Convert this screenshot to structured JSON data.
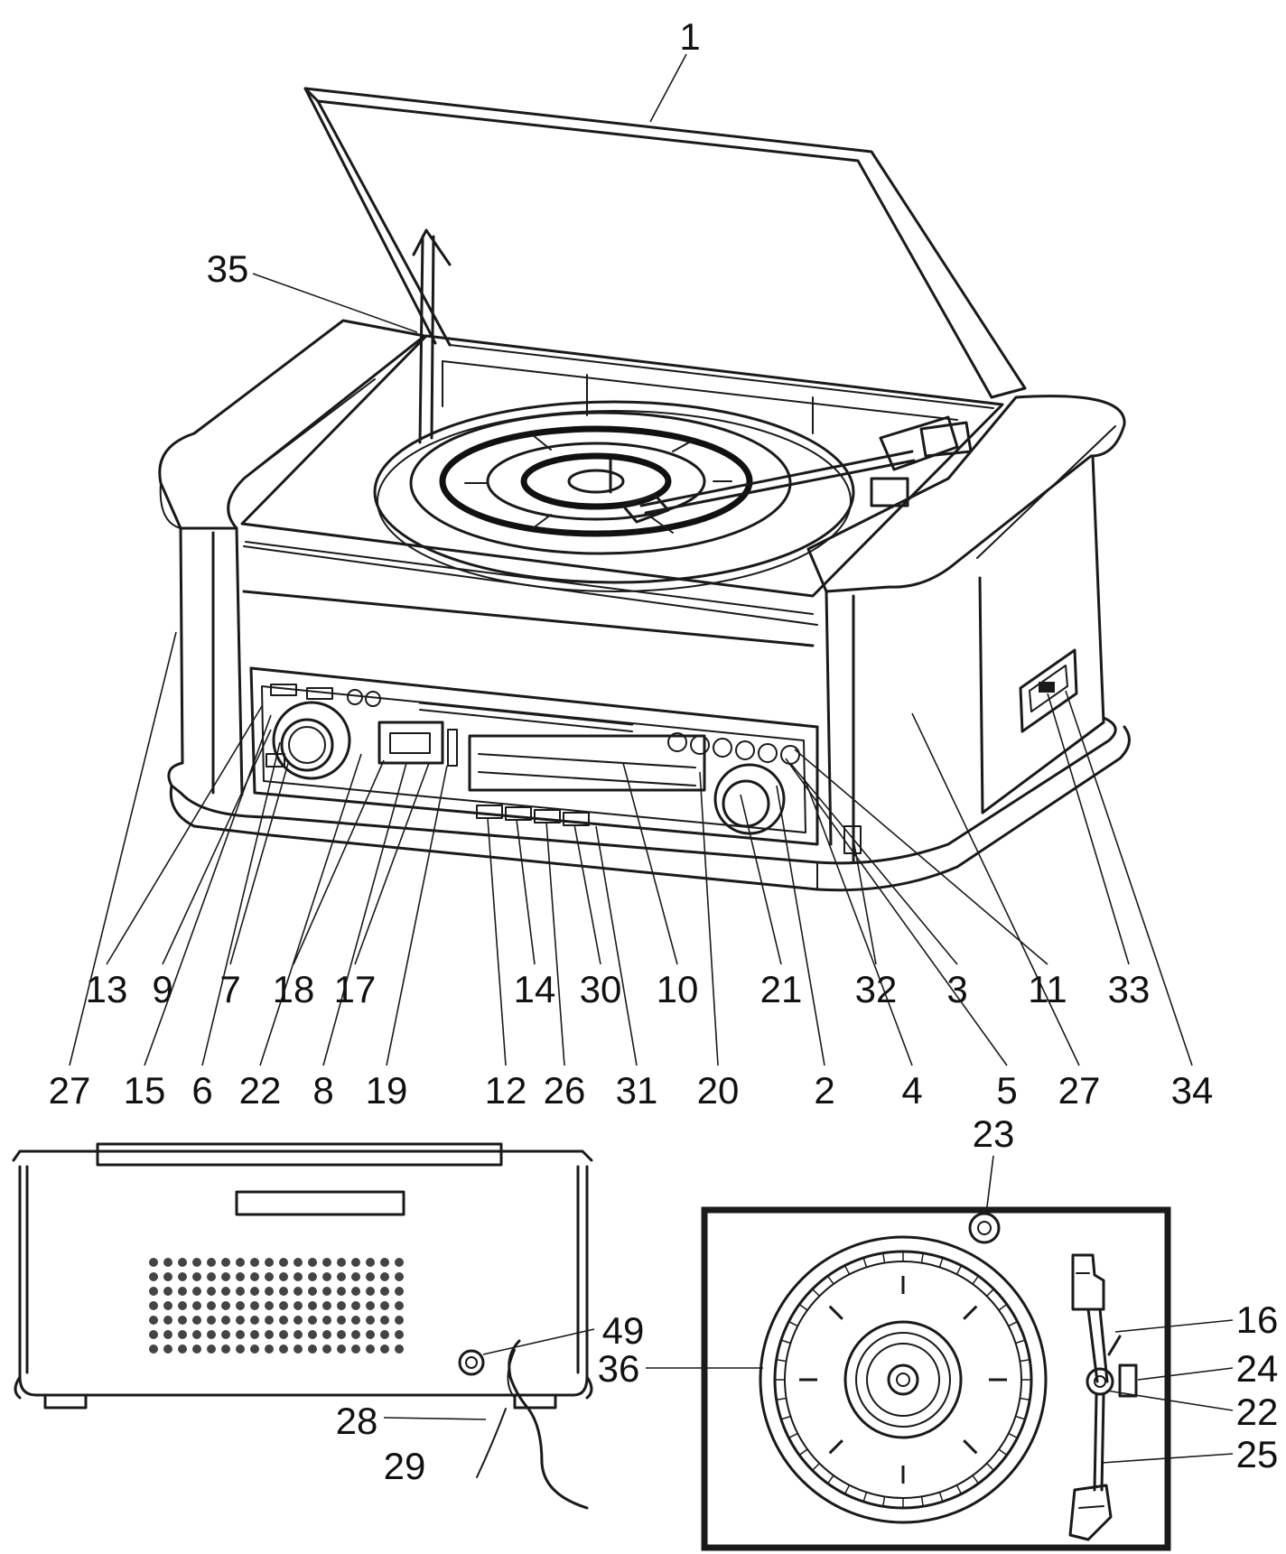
{
  "callouts": {
    "top_row": [
      "1",
      "35",
      "13",
      "9",
      "7",
      "18",
      "17",
      "14",
      "30",
      "10",
      "21",
      "32",
      "3",
      "11",
      "33"
    ],
    "bottom_row": [
      "27",
      "15",
      "6",
      "22",
      "8",
      "19",
      "12",
      "26",
      "31",
      "20",
      "2",
      "4",
      "5",
      "27",
      "34"
    ],
    "rear_view": [
      "49",
      "28",
      "29"
    ],
    "top_view": [
      "23",
      "16",
      "36",
      "24",
      "22",
      "25"
    ]
  }
}
